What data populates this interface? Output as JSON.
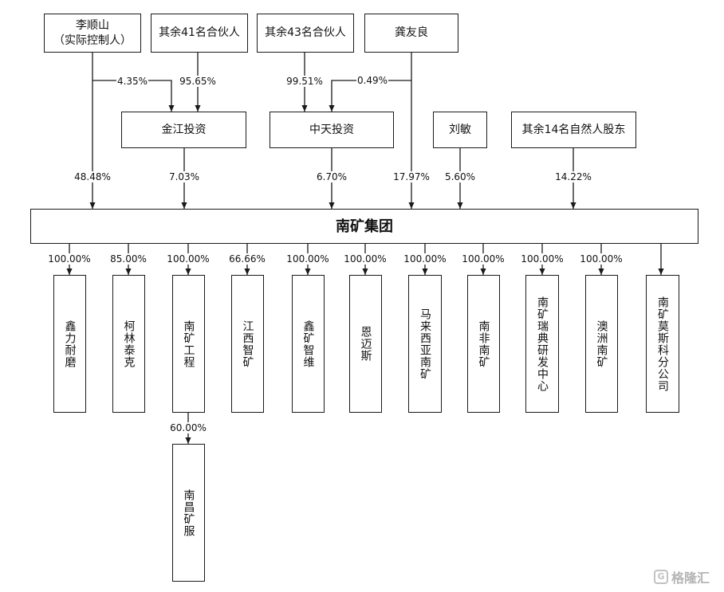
{
  "top_holders": {
    "li_shunshan": "李顺山\n（实际控制人）",
    "other41": "其余41名合伙人",
    "other43": "其余43名合伙人",
    "gong_youliang": "龚友良"
  },
  "mid_holders": {
    "jinjiang": "金江投资",
    "zhongtian": "中天投资",
    "liu_min": "刘敏",
    "other14": "其余14名自然人股东"
  },
  "group": "南矿集团",
  "holding_percentages": {
    "li_to_jinjiang": "4.35%",
    "other41_to_jinjiang": "95.65%",
    "other43_to_zhongtian": "99.51%",
    "gong_to_zhongtian": "0.49%",
    "li_to_group": "48.48%",
    "jinjiang_to_group": "7.03%",
    "zhongtian_to_group": "6.70%",
    "gong_to_group": "17.97%",
    "liu_to_group": "5.60%",
    "other14_to_group": "14.22%"
  },
  "subsidiaries": [
    {
      "name": "鑫力耐磨",
      "pct": "100.00%"
    },
    {
      "name": "柯林泰克",
      "pct": "85.00%"
    },
    {
      "name": "南矿工程",
      "pct": "100.00%"
    },
    {
      "name": "江西智矿",
      "pct": "66.66%"
    },
    {
      "name": "鑫矿智维",
      "pct": "100.00%"
    },
    {
      "name": "恩迈斯",
      "pct": "100.00%"
    },
    {
      "name": "马来西亚南矿",
      "pct": "100.00%"
    },
    {
      "name": "南非南矿",
      "pct": "100.00%"
    },
    {
      "name": "南矿瑞典研发中心",
      "pct": "100.00%"
    },
    {
      "name": "澳洲南矿",
      "pct": "100.00%"
    },
    {
      "name": "南矿莫斯科分公司",
      "pct": ""
    }
  ],
  "grandchild": {
    "name": "南昌矿服",
    "pct": "60.00%"
  },
  "watermark": "格隆汇",
  "colors": {
    "line": "#1a1a1a",
    "watermark": "#b5b5b5"
  }
}
